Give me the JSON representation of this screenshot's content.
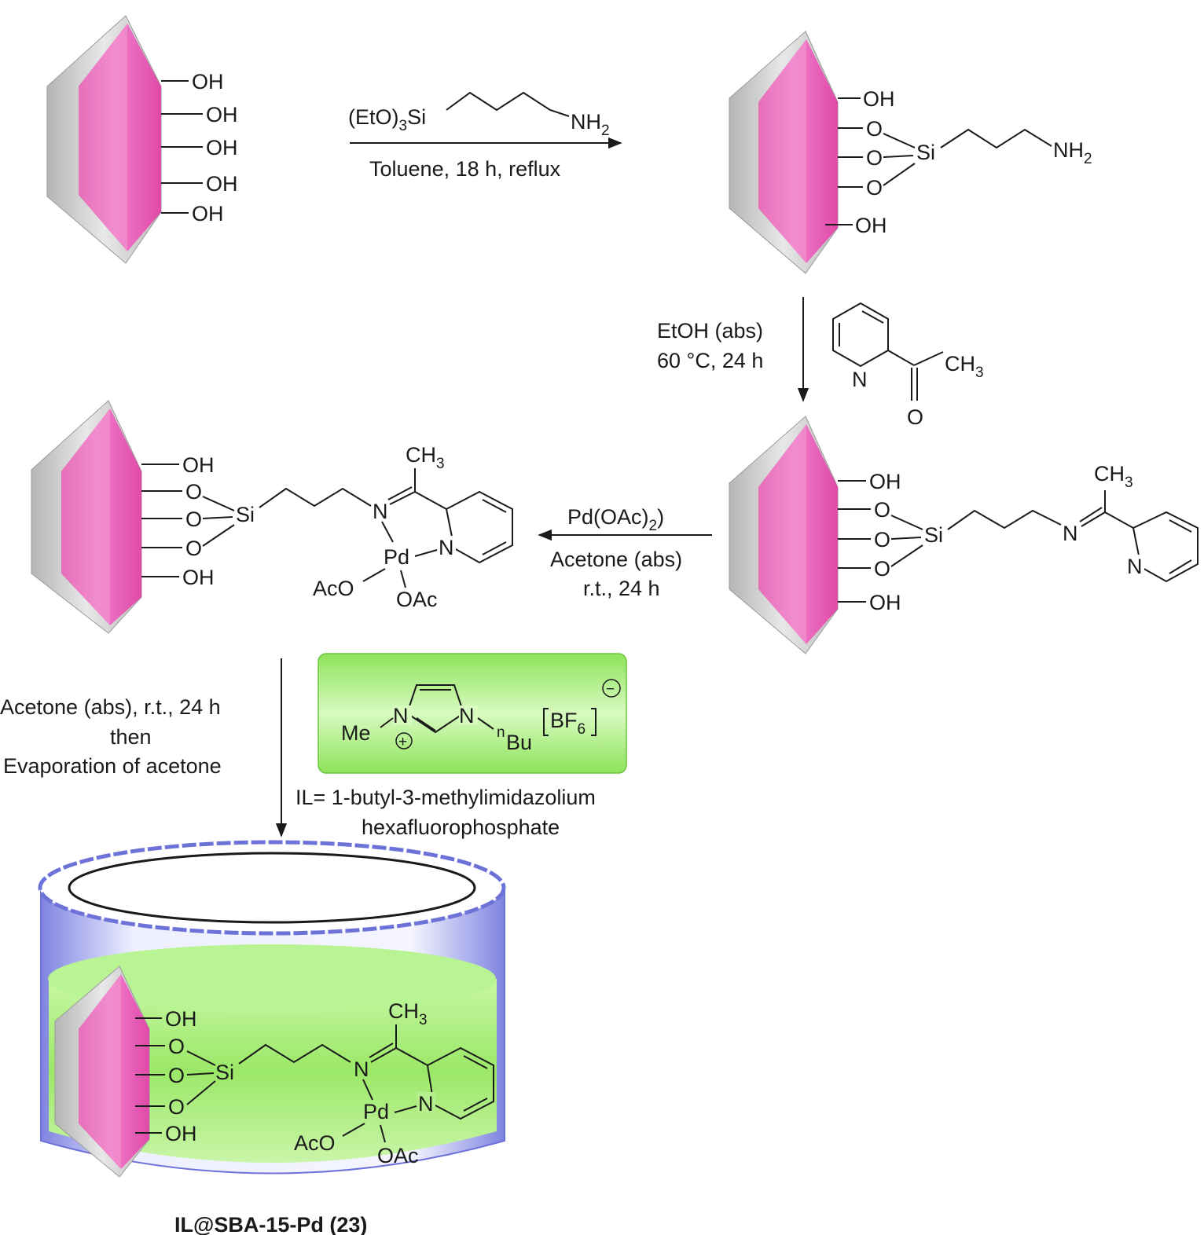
{
  "labels": {
    "oh": "OH",
    "o": "O",
    "si": "Si",
    "n": "N",
    "pd": "Pd",
    "aco": "AcO",
    "oac": "OAc",
    "nh": "NH",
    "two": "2",
    "three": "3",
    "ch": "CH",
    "me": "Me",
    "bu": "Bu",
    "n_super": "n",
    "bf": "BF",
    "six": "6",
    "plus": "+",
    "minus": "−",
    "eto": "(EtO)",
    "o_carbonyl": "O"
  },
  "step1": {
    "condition": "Toluene,  18 h, reflux"
  },
  "step2": {
    "solvent": "EtOH (abs)",
    "condition": "60 °C, 24 h"
  },
  "step3": {
    "reagent": "Pd(OAc)",
    "reagent_sub": "2",
    "solvent": "Acetone (abs)",
    "condition": "r.t., 24 h"
  },
  "step4": {
    "line1": "Acetone (abs), r.t., 24 h",
    "line2": "then",
    "line3": "Evaporation of acetone"
  },
  "il": {
    "caption1": "IL= 1-butyl-3-methylimidazolium",
    "caption2": "hexafluorophosphate"
  },
  "product": {
    "name": "IL@SBA-15-Pd (23)"
  },
  "colors": {
    "crystal_pink": "#e64fb0",
    "crystal_light": "#f7a6d9",
    "frame_grey": "#c9c9c9",
    "il_green": "#8ee65a",
    "beaker_blue": "#8a8fe6"
  }
}
